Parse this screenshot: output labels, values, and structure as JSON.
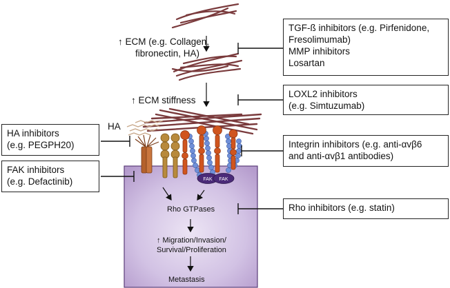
{
  "left_boxes": [
    {
      "line1": "HA inhibitors",
      "line2": "(e.g. PEGPH20)"
    },
    {
      "line1": "FAK inhibitors",
      "line2": "(e.g. Defactinib)"
    }
  ],
  "right_boxes": [
    {
      "line1": "TGF-ß inhibitors (e.g. Pirfenidone,",
      "line2": "Fresolimumab)",
      "line3": "MMP inhibitors",
      "line4": "Losartan"
    },
    {
      "line1": "LOXL2 inhibitors",
      "line2": "(e.g. Simtuzumab)"
    },
    {
      "line1": "Integrin inhibitors (e.g. anti-αvβ6",
      "line2": "and anti-αvβ1  antibodies)"
    },
    {
      "line1": "Rho inhibitors (e.g. statin)"
    }
  ],
  "pathway": {
    "ecm_line1": "↑ ECM (e.g. Collagen,",
    "ecm_line2": "fibronectin, HA)",
    "stiffness": "↑ ECM stiffness",
    "ha": "HA",
    "fak1": "FAK",
    "fak2": "FAK",
    "rho": "Rho GTPases",
    "outcome_line1": "↑ Migration/Invasion/",
    "outcome_line2": "Survival/Proliferation",
    "metastasis": "Metastasis"
  },
  "colors": {
    "cell_fill": "#c8b4dc",
    "cell_border": "#5a3c78",
    "fiber": "#7a3a3c",
    "ha_chain": "#c8a88a",
    "cd44": "#b4612c",
    "integrin_orange": "#d0551e",
    "integrin_blue": "#6f8fd8",
    "fak": "#4a2a78"
  }
}
